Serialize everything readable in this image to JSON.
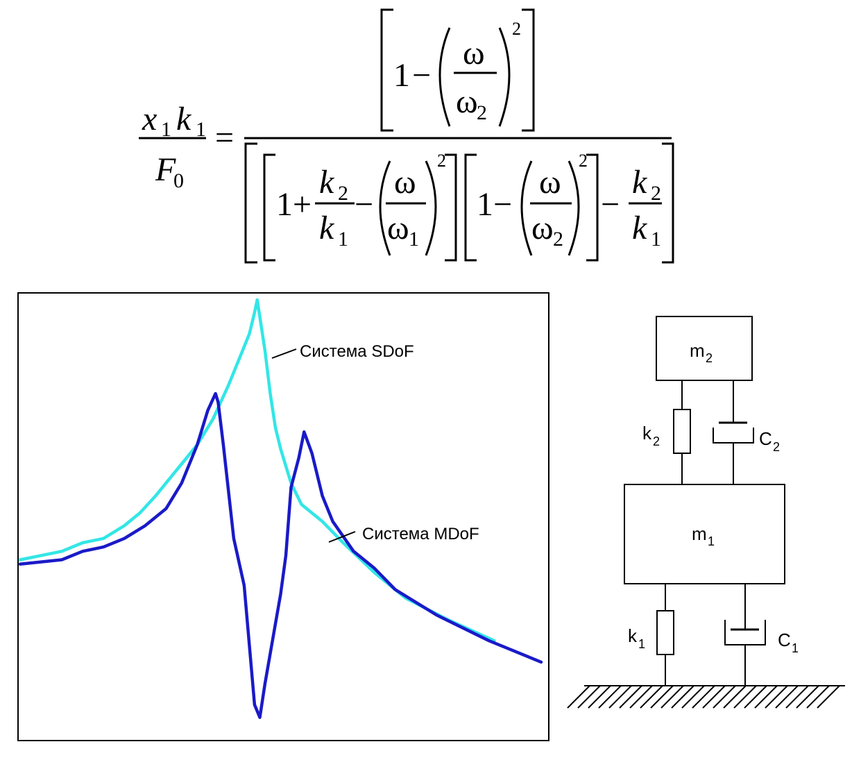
{
  "formula": {
    "lhs_numerator": "x₁ k₁",
    "lhs_numerator_parts": [
      "x",
      "1",
      "k",
      "1"
    ],
    "lhs_denominator": [
      "F",
      "0"
    ],
    "equals": "=",
    "one": "1",
    "minus": "−",
    "plus": "+",
    "omega": "ω",
    "exponent": "2",
    "k": "k",
    "sub_1": "1",
    "sub_2": "2"
  },
  "chart_data": {
    "type": "line",
    "title": "",
    "xlabel": "",
    "ylabel": "",
    "grid": false,
    "axes_visible": false,
    "series": [
      {
        "name": "Система SDoF",
        "color": "#33e6e6",
        "points": [
          [
            0,
            0.39
          ],
          [
            0.04,
            0.4
          ],
          [
            0.08,
            0.41
          ],
          [
            0.12,
            0.43
          ],
          [
            0.16,
            0.44
          ],
          [
            0.2,
            0.47
          ],
          [
            0.23,
            0.5
          ],
          [
            0.26,
            0.54
          ],
          [
            0.3,
            0.6
          ],
          [
            0.34,
            0.66
          ],
          [
            0.37,
            0.72
          ],
          [
            0.4,
            0.8
          ],
          [
            0.42,
            0.86
          ],
          [
            0.44,
            0.92
          ],
          [
            0.45,
            0.97
          ],
          [
            0.455,
            1.0
          ],
          [
            0.46,
            0.96
          ],
          [
            0.47,
            0.88
          ],
          [
            0.48,
            0.78
          ],
          [
            0.49,
            0.7
          ],
          [
            0.5,
            0.65
          ],
          [
            0.52,
            0.57
          ],
          [
            0.54,
            0.52
          ],
          [
            0.58,
            0.48
          ],
          [
            0.62,
            0.43
          ],
          [
            0.68,
            0.36
          ],
          [
            0.74,
            0.3
          ],
          [
            0.82,
            0.25
          ],
          [
            0.91,
            0.2
          ]
        ]
      },
      {
        "name": "Система MDoF",
        "color": "#1a1ac8",
        "points": [
          [
            0,
            0.38
          ],
          [
            0.04,
            0.385
          ],
          [
            0.08,
            0.39
          ],
          [
            0.12,
            0.41
          ],
          [
            0.16,
            0.42
          ],
          [
            0.2,
            0.44
          ],
          [
            0.24,
            0.47
          ],
          [
            0.28,
            0.51
          ],
          [
            0.31,
            0.57
          ],
          [
            0.34,
            0.66
          ],
          [
            0.36,
            0.74
          ],
          [
            0.375,
            0.78
          ],
          [
            0.38,
            0.76
          ],
          [
            0.39,
            0.66
          ],
          [
            0.41,
            0.44
          ],
          [
            0.43,
            0.33
          ],
          [
            0.45,
            0.05
          ],
          [
            0.46,
            0.02
          ],
          [
            0.47,
            0.1
          ],
          [
            0.49,
            0.24
          ],
          [
            0.5,
            0.31
          ],
          [
            0.51,
            0.4
          ],
          [
            0.52,
            0.56
          ],
          [
            0.535,
            0.63
          ],
          [
            0.545,
            0.69
          ],
          [
            0.56,
            0.64
          ],
          [
            0.58,
            0.54
          ],
          [
            0.6,
            0.48
          ],
          [
            0.64,
            0.41
          ],
          [
            0.68,
            0.37
          ],
          [
            0.72,
            0.32
          ],
          [
            0.8,
            0.26
          ],
          [
            0.9,
            0.2
          ],
          [
            1.0,
            0.15
          ]
        ]
      }
    ],
    "annotations": [
      "Система SDoF",
      "Система MDoF"
    ]
  },
  "diagram": {
    "mass_top": {
      "letter": "m",
      "sub": "2"
    },
    "mass_bottom": {
      "letter": "m",
      "sub": "1"
    },
    "spring_top": {
      "letter": "k",
      "sub": "2"
    },
    "spring_bottom": {
      "letter": "k",
      "sub": "1"
    },
    "damper_top": {
      "letter": "C",
      "sub": "2"
    },
    "damper_bottom": {
      "letter": "C",
      "sub": "1"
    }
  }
}
